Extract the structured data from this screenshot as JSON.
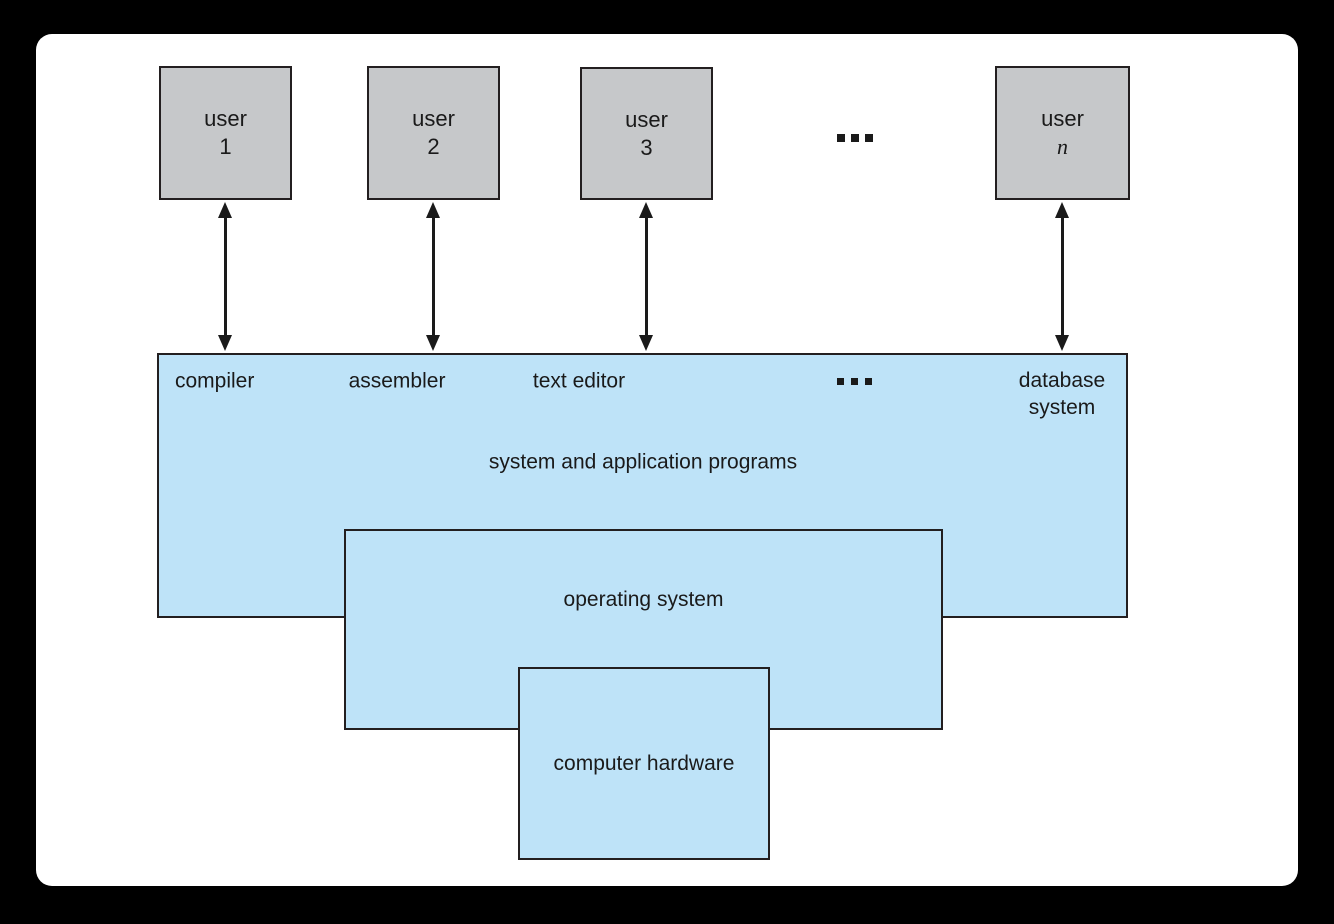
{
  "colors": {
    "background": "#000000",
    "page": "#ffffff",
    "user_box_fill": "#c6c8ca",
    "layer_fill": "#bee3f8",
    "border": "#231f20",
    "text": "#1a1a1a"
  },
  "users": [
    {
      "line1": "user",
      "line2": "1"
    },
    {
      "line1": "user",
      "line2": "2"
    },
    {
      "line1": "user",
      "line2": "3"
    },
    {
      "line1": "user",
      "line2": "n"
    }
  ],
  "users_ellipsis": "...",
  "programs_layer": {
    "label_compiler": "compiler",
    "label_assembler": "assembler",
    "label_text_editor": "text editor",
    "ellipsis": "...",
    "label_database_line1": "database",
    "label_database_line2": "system",
    "caption": "system and application programs"
  },
  "os_layer": {
    "label": "operating system"
  },
  "hardware_layer": {
    "label": "computer hardware"
  }
}
